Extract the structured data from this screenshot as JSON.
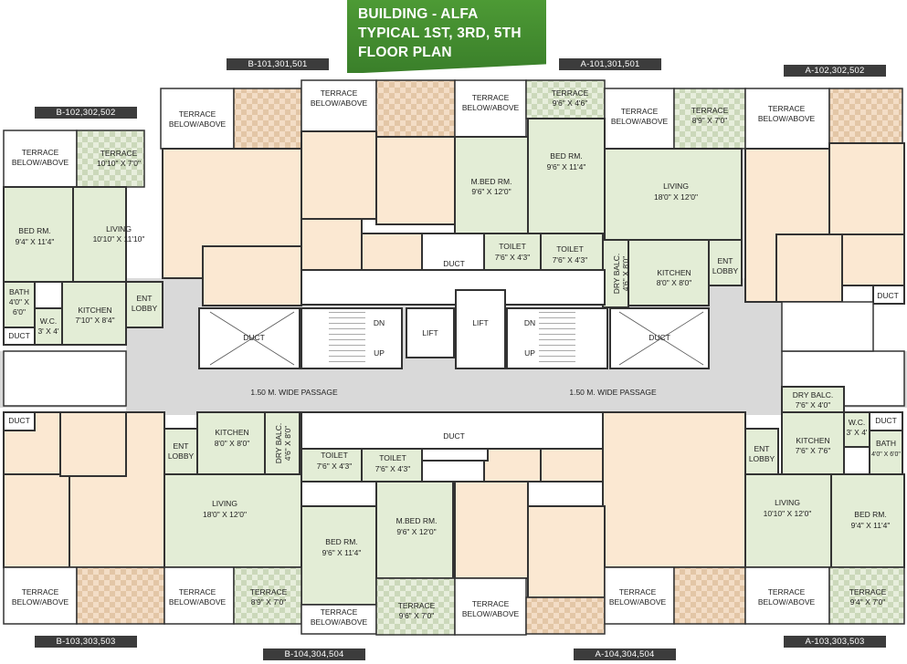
{
  "title": {
    "line1": "BUILDING - ALFA",
    "line2": "TYPICAL 1ST, 3RD, 5TH",
    "line3": "FLOOR PLAN"
  },
  "colors": {
    "green_room": "#e3edd6",
    "beige_room": "#fbe8d2",
    "passage": "#d9d9d9",
    "wall": "#333333",
    "tag": "#3c3c3c",
    "banner": "#3f862c"
  },
  "unit_tags": {
    "b101": "B-101,301,501",
    "a101": "A-101,301,501",
    "b102": "B-102,302,502",
    "a102": "A-102,302,502",
    "b103": "B-103,303,503",
    "a103": "A-103,303,503",
    "b104": "B-104,304,504",
    "a104": "A-104,304,504"
  },
  "labels": {
    "terrace": "TERRACE",
    "below_above": "BELOW/ABOVE",
    "terrace_10_10x7": "10'10\" X 7'0\"",
    "terrace_9_6x4_6": "9'6\" X 4'6\"",
    "terrace_8_9x7": "8'9\" X 7'0\"",
    "terrace_9_6x7": "9'6\" X 7'0\"",
    "terrace_9_4x7": "9'4\" X 7'0\"",
    "bed_rm": "BED RM.",
    "mbed_rm": "M.BED RM.",
    "living": "LIVING",
    "kitchen": "KITCHEN",
    "toilet": "TOILET",
    "bath": "BATH",
    "wc": "W.C.",
    "duct": "DUCT",
    "ent": "ENT",
    "lobby": "LOBBY",
    "dry_balc": "DRY BALC.",
    "lift": "LIFT",
    "dn": "DN",
    "up": "UP",
    "passage": "1.50 M. WIDE PASSAGE",
    "dim_bed_9_4x11_4": "9'4\" X 11'4\"",
    "dim_living_10_10x11_10": "10'10\" X 11'10\"",
    "dim_living_10_10x12": "10'10\" X 12'0\"",
    "dim_kitchen_7_10x8_4": "7'10\" X 8'4\"",
    "dim_kitchen_8x8": "8'0\" X 8'0\"",
    "dim_kitchen_7_6x7_6": "7'6\" X 7'6\"",
    "dim_bath_4x6_a": "4'0\" X",
    "dim_bath_4x6_b": "6'0\"",
    "dim_bath_4x6": "4'0\" X 6'0\"",
    "dim_wc_3x4_a": "3' X 4'",
    "dim_wc_3x4": "3' X 4'",
    "dim_mbed_9_6x12": "9'6\" X 12'0\"",
    "dim_bed_9_6x11_4": "9'6\" X 11'4\"",
    "dim_living_18x12": "18'0\" X 12'0\"",
    "dim_toilet_7_6x4_3": "7'6\" X 4'3\"",
    "dim_drybalc_4_6x8": "4'6\" X 8'0\"",
    "dim_drybalc_7_6x4": "7'6\" X 4'0\""
  }
}
